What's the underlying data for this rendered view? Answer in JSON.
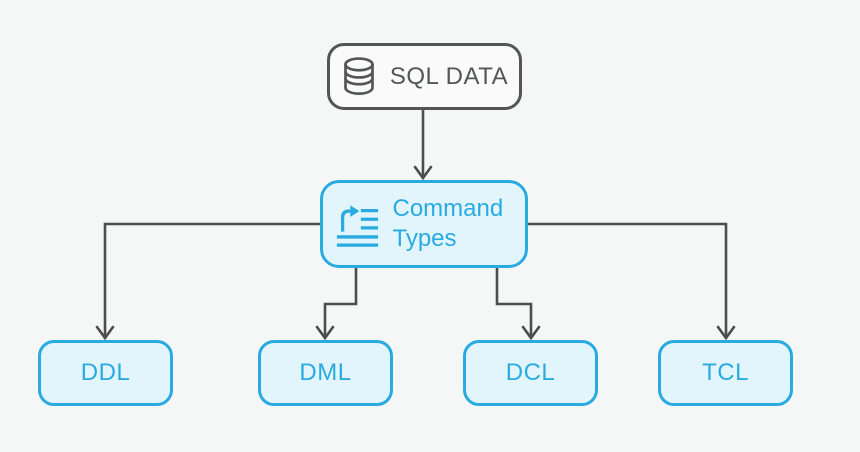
{
  "colors": {
    "accent_blue": "#29abe2",
    "blue_node_fill": "#e2f4fc",
    "line_dark": "#4d4d4d",
    "canvas_background": "#f5f7f6",
    "root_node_fill": "#fafafa"
  },
  "nodes": {
    "root": {
      "label": "SQL DATA",
      "icon": "database-icon"
    },
    "hub": {
      "label": "Command Types",
      "icon": "command-list-icon"
    },
    "leaves": [
      {
        "id": "ddl",
        "label": "DDL"
      },
      {
        "id": "dml",
        "label": "DML"
      },
      {
        "id": "dcl",
        "label": "DCL"
      },
      {
        "id": "tcl",
        "label": "TCL"
      }
    ]
  },
  "edges": [
    {
      "from": "sql-data",
      "to": "command-types"
    },
    {
      "from": "command-types",
      "to": "ddl"
    },
    {
      "from": "command-types",
      "to": "dml"
    },
    {
      "from": "command-types",
      "to": "dcl"
    },
    {
      "from": "command-types",
      "to": "tcl"
    }
  ]
}
